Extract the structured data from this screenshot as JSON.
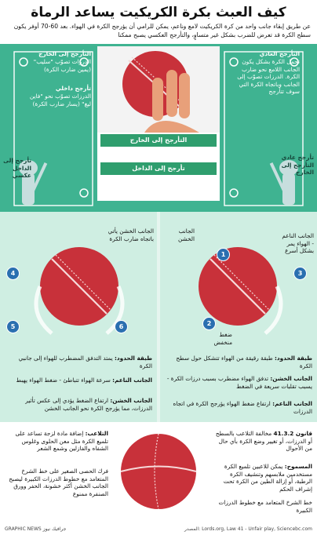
{
  "title": "كيف العبث بكرة الكريكيت يساعد الرماة",
  "intro": "عن طريق إبقاء جانب واحد من كرة الكريكيت لامع وناعم، يمكن للرامي أن يؤرجح الكرة في الهواء. بعد 60-70 أوفر يكون سطح الكرة قد تعرض للضرب بشكل غير متساوٍ، والتأرجح العكسي يصبح ممكنا",
  "left_panel": {
    "outswing_title": "التأرجح إلى الخارج",
    "outswing_text": "الدرزات تصوّب \"سليب\" (يمين ضارب الكرة)",
    "inswing_title": "تأرجح داخلي",
    "inswing_text": "الدرزات تصوّب نحو \"فاين ليغ\" (يسار ضارب الكرة)",
    "reverse_in": "تأرجح إلى الداخل عكسي"
  },
  "right_panel": {
    "normal_title": "التأرجح العادي",
    "normal_text": "تحمل الكرة بشكل يكون الجانب اللامع نحو ضارب الكرة. الدرزات تصوّب إلى الجانب وباتجاه الكرة التي سوف تتأرجح",
    "reverse_out": "تأرجح عادي التأرجح إلى الخارج"
  },
  "center": {
    "out_label": "التأرجح إلى الخارج",
    "in_label": "تأرجح إلى الداخل"
  },
  "lower_left": {
    "rough_label": "الجانب الخشن يأتي باتجاه ضارب الكرة",
    "callouts": [
      {
        "n": "4",
        "title": "طبقة الحدود:",
        "text": "يمتد التدفق المضطرب للهواء إلى جانبي الكرة"
      },
      {
        "n": "5",
        "title": "الجانب الناعم:",
        "text": "سرعة الهواء تتباطئ - ضغط الهواء يهبط"
      },
      {
        "n": "6",
        "title": "الجانب الخشن:",
        "text": "ارتفاع الضغط يؤدي إلى عكس تأثير الدرزات، مما يؤرجح الكرة نحو الجانب الخشن"
      }
    ]
  },
  "lower_right": {
    "rough_label": "الجانب الخشن",
    "smooth_label": "الجانب الناعم - الهواء يمر بشكل أسرع",
    "low_pressure": "ضغط منخفض",
    "callouts": [
      {
        "n": "1",
        "title": "طبقة الحدود:",
        "text": "طبقة رقيقة من الهواء تتشكل حول سطح الكرة"
      },
      {
        "n": "2",
        "title": "الجانب الخشن:",
        "text": "تدفق الهواء مضطرب بسبب درزات الكرة - يسبب تقلبات سريعة في الضغط"
      },
      {
        "n": "3",
        "title": "الجانب الناعم:",
        "text": "ارتفاع ضغط الهواء يؤرجح الكرة في اتجاه الدرزات"
      }
    ]
  },
  "bottom": {
    "law_title": "قانون 41.3.2",
    "law_text": "مخالفة التلاعب بالسطح أو الدرزات، أو تغيير وضع الكرة بأي حال من الأحوال",
    "allowed_title": "المسموح:",
    "allowed_text": "يمكن للاعبين تلميع الكرة مستخدمين ملابسهم وتنشيف الكرة الرطبة، أو إزالة الطين من الكرة تحت إشراف الحكم",
    "tamper_title": "التلاعب:",
    "tamper_text": "إضافة مادة لزجة تساعد على تلميع الكرة مثل معن الحلوى وغلوس الشفاه والفازلين وشمع الشعر",
    "scratch_text": "فرك الحصى الصغير على خط الشرخ المتعامد مع خطوط الدرزات الكبيرة ليصبح الجانب الخشن أكثر خشونة، الحفر وورق الصنفرة ممنوع",
    "seam_caption": "خط الشرخ المتعامد مع خطوط الدرزات الكبيرة"
  },
  "footer": {
    "source": "المصدر: Lords.org, Law 41 - Unfair play, Sciencebc.com",
    "credit": "GRAPHIC NEWS جرافيك نيوز"
  },
  "colors": {
    "pitch": "#3fb391",
    "ball": "#c8313a",
    "accent_blue": "#2a6fb0",
    "arrow_green": "#2f9e6e"
  }
}
